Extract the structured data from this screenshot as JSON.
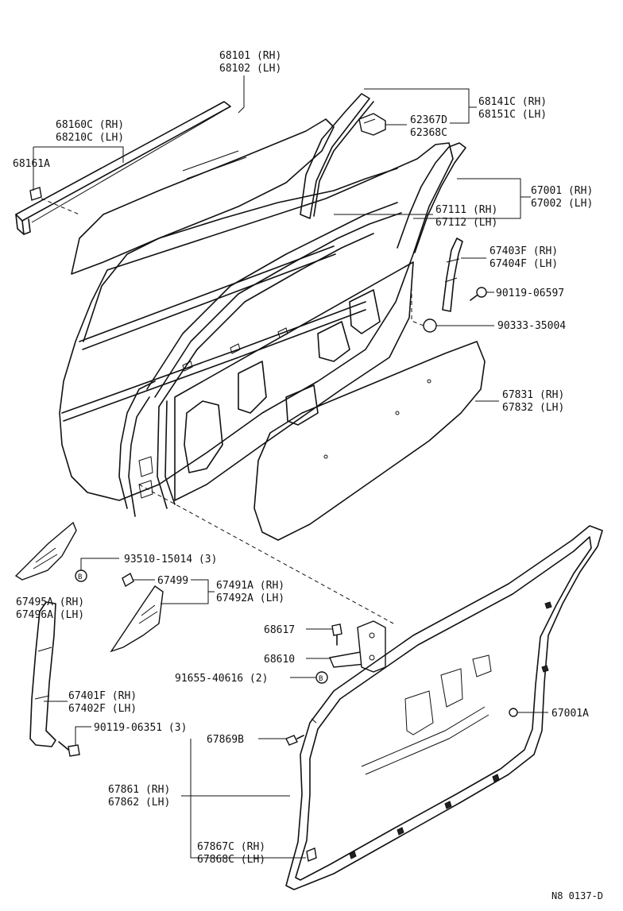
{
  "diagram_id": "N8 0137-D",
  "labels": {
    "l68101": "68101 (RH)",
    "l68102": "68102 (LH)",
    "l68160c": "68160C (RH)",
    "l68210c": "68210C (LH)",
    "l68161a": "68161A",
    "l68141c": "68141C (RH)",
    "l68151c": "68151C (LH)",
    "l62367d": "62367D",
    "l62368c": "62368C",
    "l67001": "67001 (RH)",
    "l67002": "67002 (LH)",
    "l67111": "67111 (RH)",
    "l67112": "67112 (LH)",
    "l67403f": "67403F (RH)",
    "l67404f": "67404F (LH)",
    "l90119a": "90119-06597",
    "l90333": "90333-35004",
    "l67831": "67831 (RH)",
    "l67832": "67832 (LH)",
    "l93510": "93510-15014 (3)",
    "l67495a": "67495A (RH)",
    "l67496a": "67496A (LH)",
    "l67499": "67499",
    "l67491a": "67491A (RH)",
    "l67492a": "67492A (LH)",
    "l68617": "68617",
    "l68610": "68610",
    "l91655": "91655-40616 (2)",
    "l67401f": "67401F (RH)",
    "l67402f": "67402F (LH)",
    "l90119b": "90119-06351 (3)",
    "l67001a": "67001A",
    "l67869b": "67869B",
    "l67861": "67861 (RH)",
    "l67862": "67862 (LH)",
    "l67867c": "67867C (RH)",
    "l67868c": "67868C (LH)"
  },
  "markers": {
    "b1": "B",
    "b2": "B"
  }
}
